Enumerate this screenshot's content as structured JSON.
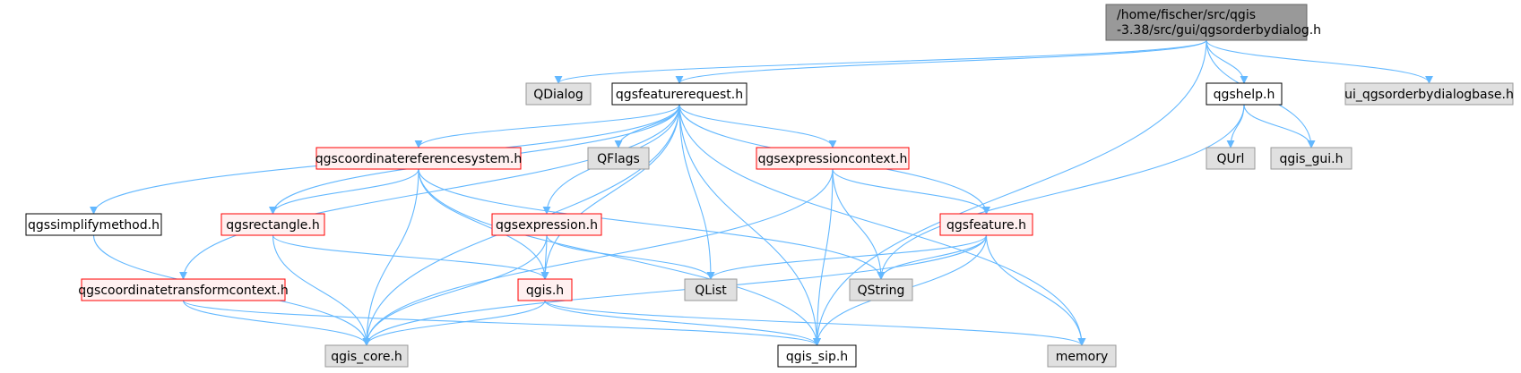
{
  "colors": {
    "edge": "#63b8ff",
    "root_fill": "#999999",
    "root_border": "#666666",
    "external_fill": "#e0e0e0",
    "external_border": "#999999",
    "documented_fill": "#ffffff",
    "documented_border": "#000000",
    "incomplete_fill": "#fff0f0",
    "incomplete_border": "#ff0000"
  },
  "nodes": {
    "root": {
      "lines": [
        "/home/fischer/src/qgis",
        "-3.38/src/gui/qgsorderbydialog.h"
      ],
      "style": "root"
    },
    "qdialog": {
      "label": "QDialog",
      "style": "external"
    },
    "qgsfeaturerequest": {
      "label": "qgsfeaturerequest.h",
      "style": "documented"
    },
    "qgshelp": {
      "label": "qgshelp.h",
      "style": "documented"
    },
    "ui_base": {
      "label": "ui_qgsorderbydialogbase.h",
      "style": "external"
    },
    "qurl": {
      "label": "QUrl",
      "style": "external"
    },
    "qgis_gui": {
      "label": "qgis_gui.h",
      "style": "external"
    },
    "crs": {
      "label": "qgscoordinatereferencesystem.h",
      "style": "incomplete"
    },
    "qflags": {
      "label": "QFlags",
      "style": "external"
    },
    "exprctx": {
      "label": "qgsexpressioncontext.h",
      "style": "incomplete"
    },
    "simplify": {
      "label": "qgssimplifymethod.h",
      "style": "documented"
    },
    "rectangle": {
      "label": "qgsrectangle.h",
      "style": "incomplete"
    },
    "expression": {
      "label": "qgsexpression.h",
      "style": "incomplete"
    },
    "feature": {
      "label": "qgsfeature.h",
      "style": "incomplete"
    },
    "ctc": {
      "label": "qgscoordinatetransformcontext.h",
      "style": "incomplete"
    },
    "qgis": {
      "label": "qgis.h",
      "style": "incomplete"
    },
    "qlist": {
      "label": "QList",
      "style": "external"
    },
    "qstring": {
      "label": "QString",
      "style": "external"
    },
    "qgis_core": {
      "label": "qgis_core.h",
      "style": "external"
    },
    "qgis_sip": {
      "label": "qgis_sip.h",
      "style": "documented"
    },
    "memory": {
      "label": "memory",
      "style": "external"
    }
  },
  "edges": [
    [
      "root",
      "qdialog"
    ],
    [
      "root",
      "qgsfeaturerequest"
    ],
    [
      "root",
      "qgshelp"
    ],
    [
      "root",
      "ui_base"
    ],
    [
      "root",
      "qgis_gui"
    ],
    [
      "root",
      "qgis_sip"
    ],
    [
      "qgshelp",
      "qurl"
    ],
    [
      "qgshelp",
      "qgis_gui"
    ],
    [
      "qgshelp",
      "qstring"
    ],
    [
      "qgsfeaturerequest",
      "crs"
    ],
    [
      "qgsfeaturerequest",
      "qflags"
    ],
    [
      "qgsfeaturerequest",
      "exprctx"
    ],
    [
      "qgsfeaturerequest",
      "simplify"
    ],
    [
      "qgsfeaturerequest",
      "rectangle"
    ],
    [
      "qgsfeaturerequest",
      "expression"
    ],
    [
      "qgsfeaturerequest",
      "feature"
    ],
    [
      "qgsfeaturerequest",
      "ctc"
    ],
    [
      "qgsfeaturerequest",
      "qgis"
    ],
    [
      "qgsfeaturerequest",
      "qlist"
    ],
    [
      "qgsfeaturerequest",
      "qgis_core"
    ],
    [
      "qgsfeaturerequest",
      "qgis_sip"
    ],
    [
      "qgsfeaturerequest",
      "memory"
    ],
    [
      "crs",
      "rectangle"
    ],
    [
      "crs",
      "qgis"
    ],
    [
      "crs",
      "qstring"
    ],
    [
      "crs",
      "qgis_core"
    ],
    [
      "crs",
      "qgis_sip"
    ],
    [
      "exprctx",
      "feature"
    ],
    [
      "exprctx",
      "qstring"
    ],
    [
      "exprctx",
      "qgis_core"
    ],
    [
      "exprctx",
      "qgis_sip"
    ],
    [
      "rectangle",
      "qgis"
    ],
    [
      "rectangle",
      "qgis_core"
    ],
    [
      "expression",
      "qgis"
    ],
    [
      "expression",
      "qlist"
    ],
    [
      "expression",
      "qgis_core"
    ],
    [
      "feature",
      "qlist"
    ],
    [
      "feature",
      "qstring"
    ],
    [
      "feature",
      "memory"
    ],
    [
      "feature",
      "qgis_core"
    ],
    [
      "feature",
      "qgis_sip"
    ],
    [
      "simplify",
      "qgis_core"
    ],
    [
      "ctc",
      "qgis_core"
    ],
    [
      "ctc",
      "qgis_sip"
    ],
    [
      "qgis",
      "qgis_core"
    ],
    [
      "qgis",
      "qgis_sip"
    ],
    [
      "qgis",
      "memory"
    ]
  ]
}
